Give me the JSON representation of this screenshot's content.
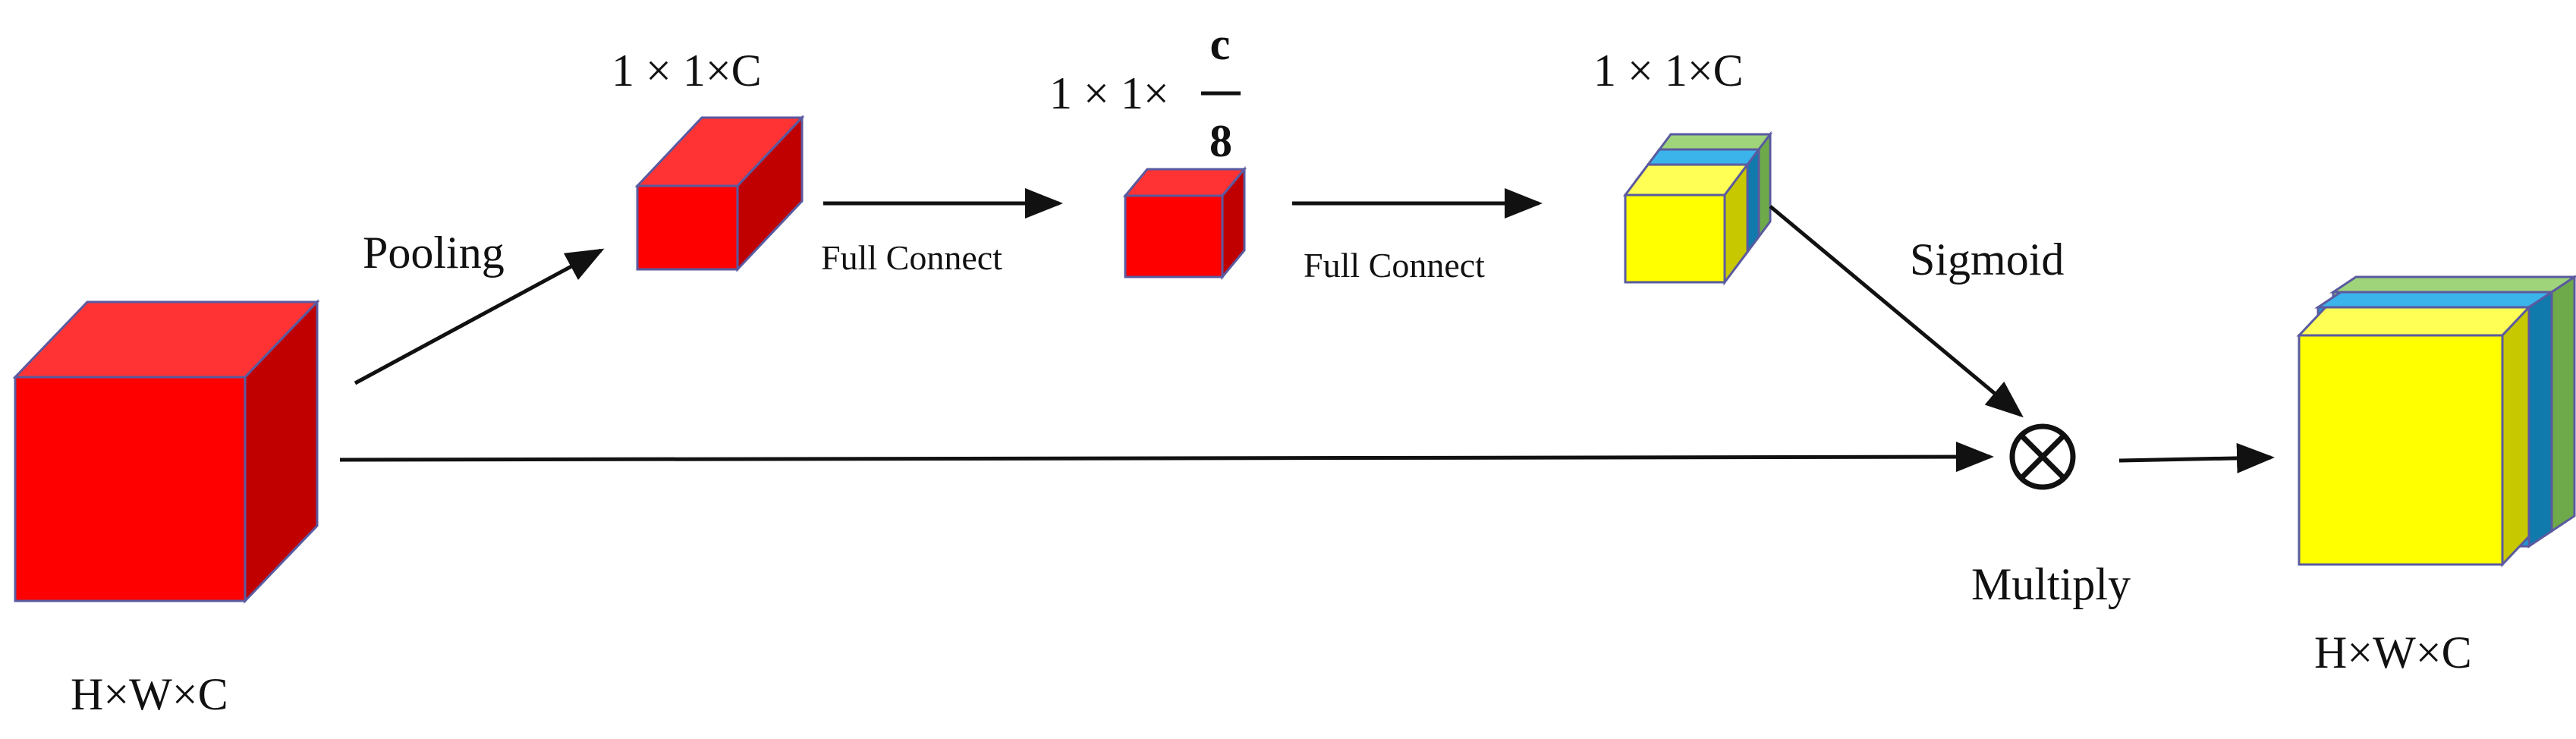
{
  "labels": {
    "input_dims": "H×W×C",
    "pooling": "Pooling",
    "pooled_dims": "1 × 1×C",
    "full_connect_1": "Full Connect",
    "reduced_dims_prefix": "1 × 1×",
    "reduced_numerator": "c",
    "reduced_denominator": "8",
    "full_connect_2": "Full Connect",
    "weights_dims": "1 × 1×C",
    "sigmoid": "Sigmoid",
    "multiply": "Multiply",
    "output_dims": "H×W×C"
  },
  "colors": {
    "red_front": "#ff0000",
    "red_top": "#ff3333",
    "red_side": "#c00000",
    "yellow_front": "#ffff00",
    "yellow_side": "#c8c800",
    "blue": "#1a9ad6",
    "green": "#8cc866",
    "edge": "#5a5aa0",
    "line": "#111111"
  },
  "icons": {
    "operator": "circled-times-icon"
  }
}
